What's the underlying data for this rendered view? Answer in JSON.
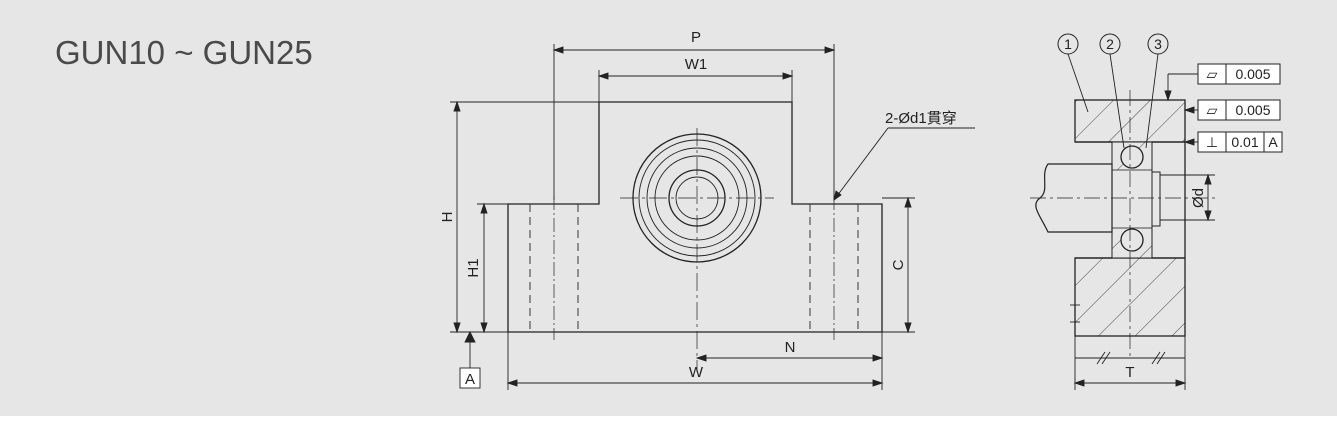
{
  "title": "GUN10 ~ GUN25",
  "dimensions": {
    "P": "P",
    "W1": "W1",
    "H": "H",
    "H1": "H1",
    "C": "C",
    "N": "N",
    "W": "W",
    "T": "T",
    "d": "Ød",
    "hole_note": "2-Ød1貫穿",
    "datum": "A"
  },
  "balloons": [
    "1",
    "2",
    "3"
  ],
  "tolerances": [
    {
      "symbol": "flatness",
      "glyph": "▱",
      "value": "0.005",
      "datum": ""
    },
    {
      "symbol": "flatness",
      "glyph": "▱",
      "value": "0.005",
      "datum": ""
    },
    {
      "symbol": "perpendicularity",
      "glyph": "⊥",
      "value": "0.01",
      "datum": "A"
    }
  ],
  "colors": {
    "background": "#e6e6e6",
    "line": "#222222",
    "title": "#4a4a4a"
  }
}
